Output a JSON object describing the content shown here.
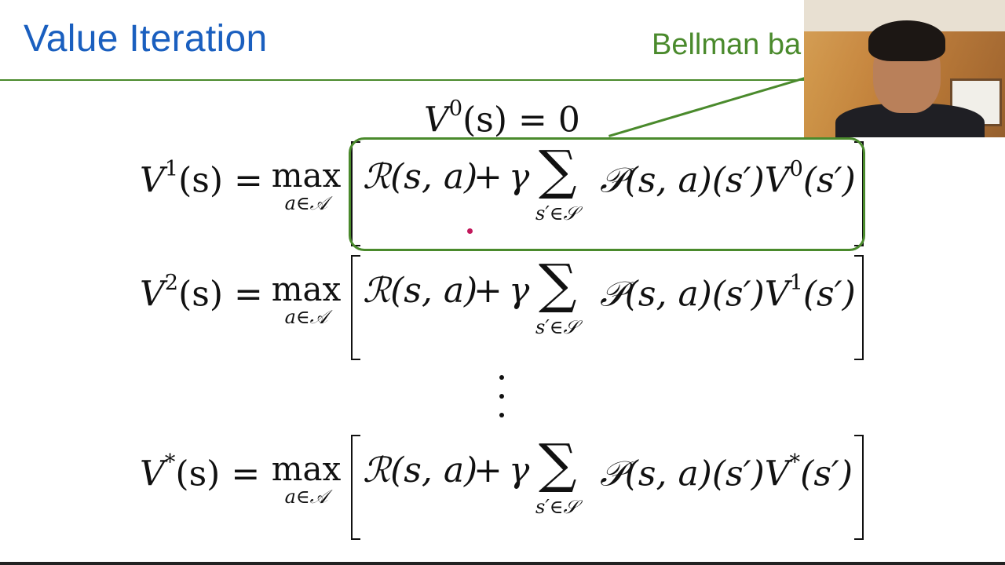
{
  "slide": {
    "title": "Value Iteration",
    "callout_label": "Bellman ba",
    "initial": {
      "lhs": "V",
      "sup": "0",
      "rest": "(s) = 0"
    },
    "rows": [
      {
        "lhs_v": "V",
        "lhs_sup": "1",
        "lhs_rest": "(s) = ",
        "v_sup": "0"
      },
      {
        "lhs_v": "V",
        "lhs_sup": "2",
        "lhs_rest": "(s) = ",
        "v_sup": "1"
      },
      {
        "lhs_v": "V",
        "lhs_sup": "*",
        "lhs_rest": "(s) = ",
        "v_sup": "*"
      }
    ],
    "max_word": "max",
    "max_sub": "a∈𝒜",
    "reward": "ℛ(s, a)",
    "plus": "+",
    "gamma": "γ",
    "sum": "∑",
    "sum_sub": "s′∈𝒮",
    "prob_text": "𝒫(s, a)(s′)V",
    "prob_tail": "(s′)",
    "colors": {
      "title": "#1a5fbf",
      "accent_green": "#4a8a2c",
      "pointer": "#c2185b"
    }
  },
  "webcam": {
    "label": "presenter-video"
  }
}
